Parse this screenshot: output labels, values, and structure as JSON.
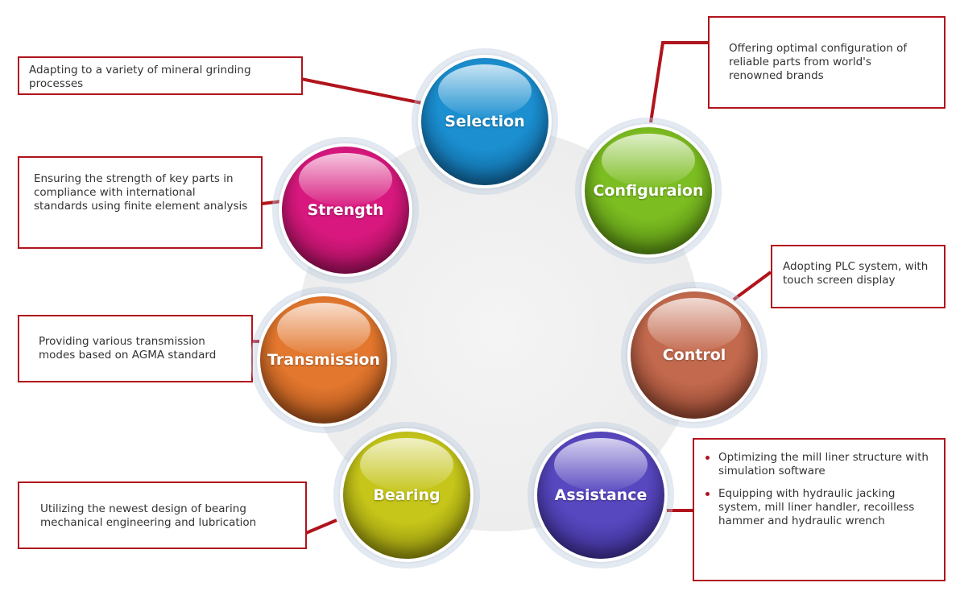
{
  "colors": {
    "accent": "#b0141c",
    "connector": "#b0141c"
  },
  "nodes": [
    {
      "id": "selection",
      "label": "Selection",
      "color": "#1b8fd0",
      "dark": "#0a4d7e"
    },
    {
      "id": "configuration",
      "label": "Configuraion",
      "color": "#7cbd21",
      "dark": "#3f6c0b"
    },
    {
      "id": "control",
      "label": "Control",
      "color": "#c36a4e",
      "dark": "#6e2e1e"
    },
    {
      "id": "assistance",
      "label": "Assistance",
      "color": "#5848c0",
      "dark": "#2a1f72"
    },
    {
      "id": "bearing",
      "label": "Bearing",
      "color": "#c5c51a",
      "dark": "#6d6c05"
    },
    {
      "id": "transmission",
      "label": "Transmission",
      "color": "#e3772e",
      "dark": "#7e3a10"
    },
    {
      "id": "strength",
      "label": "Strength",
      "color": "#d8187e",
      "dark": "#7a0a43"
    }
  ],
  "descriptions": {
    "selection": "Adapting to a variety of mineral grinding processes",
    "configuration": "Offering optimal configuration of reliable parts from world's renowned brands",
    "control": "Adopting PLC system, with touch screen display",
    "assistance_points": [
      "Optimizing the mill liner structure with simulation software",
      "Equipping with hydraulic jacking system, mill liner handler, recoilless hammer and hydraulic wrench"
    ],
    "bearing": "Utilizing  the newest design of bearing mechanical engineering and lubrication",
    "transmission": "Providing various transmission modes based on AGMA standard",
    "strength": "Ensuring the strength of key parts in compliance with international standards using finite element analysis"
  }
}
